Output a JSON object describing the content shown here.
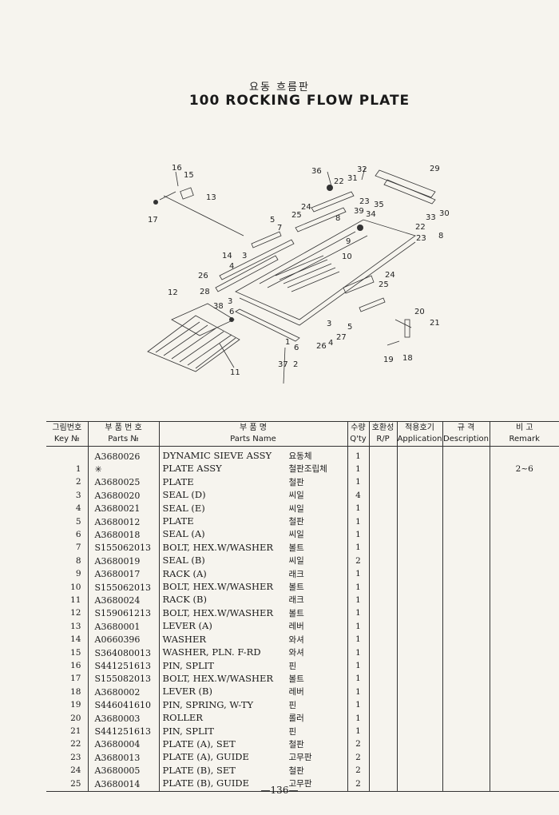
{
  "title": {
    "korean": "요동 흐름판",
    "english": "100 ROCKING FLOW PLATE"
  },
  "diagram": {
    "callouts": [
      "16",
      "15",
      "13",
      "17",
      "36",
      "22",
      "32",
      "31",
      "29",
      "23",
      "35",
      "39",
      "34",
      "33",
      "30",
      "24",
      "25",
      "8",
      "5",
      "7",
      "22",
      "23",
      "8",
      "9",
      "14",
      "3",
      "4",
      "10",
      "24",
      "26",
      "28",
      "25",
      "12",
      "3",
      "38",
      "6",
      "5",
      "20",
      "21",
      "3",
      "1",
      "6",
      "26",
      "4",
      "27",
      "37",
      "2",
      "11",
      "19",
      "18"
    ]
  },
  "table": {
    "headers": {
      "key_ko": "그림번호",
      "key_en": "Key №",
      "part_ko": "부 품 번 호",
      "part_en": "Parts №",
      "name_ko": "부 품 명",
      "name_en": "Parts Name",
      "qty_ko": "수량",
      "qty_en": "Q'ty",
      "rp_ko": "호환성",
      "rp_en": "R/P",
      "app_ko": "적용호기",
      "app_en": "Application",
      "desc_ko": "규 격",
      "desc_en": "Description",
      "remark_ko": "비 고",
      "remark_en": "Remark"
    },
    "rows": [
      {
        "key": "",
        "part": "A3680026",
        "name_en": "DYNAMIC SIEVE ASSY",
        "name_ko": "요동체",
        "qty": "1",
        "remark": ""
      },
      {
        "key": "1",
        "part": "✳",
        "name_en": "PLATE ASSY",
        "name_ko": "철판조립체",
        "qty": "1",
        "remark": "2~6"
      },
      {
        "key": "2",
        "part": "A3680025",
        "name_en": "PLATE",
        "name_ko": "철판",
        "qty": "1",
        "remark": ""
      },
      {
        "key": "3",
        "part": "A3680020",
        "name_en": "SEAL (D)",
        "name_ko": "씨일",
        "qty": "4",
        "remark": ""
      },
      {
        "key": "4",
        "part": "A3680021",
        "name_en": "SEAL (E)",
        "name_ko": "씨일",
        "qty": "1",
        "remark": ""
      },
      {
        "key": "5",
        "part": "A3680012",
        "name_en": "PLATE",
        "name_ko": "철판",
        "qty": "1",
        "remark": ""
      },
      {
        "key": "6",
        "part": "A3680018",
        "name_en": "SEAL (A)",
        "name_ko": "씨일",
        "qty": "1",
        "remark": ""
      },
      {
        "key": "7",
        "part": "S155062013",
        "name_en": "BOLT, HEX.W/WASHER",
        "name_ko": "볼트",
        "qty": "1",
        "remark": ""
      },
      {
        "key": "8",
        "part": "A3680019",
        "name_en": "SEAL (B)",
        "name_ko": "씨일",
        "qty": "2",
        "remark": ""
      },
      {
        "key": "9",
        "part": "A3680017",
        "name_en": "RACK (A)",
        "name_ko": "래크",
        "qty": "1",
        "remark": ""
      },
      {
        "key": "10",
        "part": "S155062013",
        "name_en": "BOLT, HEX.W/WASHER",
        "name_ko": "볼트",
        "qty": "1",
        "remark": ""
      },
      {
        "key": "11",
        "part": "A3680024",
        "name_en": "RACK (B)",
        "name_ko": "래크",
        "qty": "1",
        "remark": ""
      },
      {
        "key": "12",
        "part": "S159061213",
        "name_en": "BOLT, HEX.W/WASHER",
        "name_ko": "볼트",
        "qty": "1",
        "remark": ""
      },
      {
        "key": "13",
        "part": "A3680001",
        "name_en": "LEVER (A)",
        "name_ko": "레버",
        "qty": "1",
        "remark": ""
      },
      {
        "key": "14",
        "part": "A0660396",
        "name_en": "WASHER",
        "name_ko": "와셔",
        "qty": "1",
        "remark": ""
      },
      {
        "key": "15",
        "part": "S364080013",
        "name_en": "WASHER, PLN. F-RD",
        "name_ko": "와셔",
        "qty": "1",
        "remark": ""
      },
      {
        "key": "16",
        "part": "S441251613",
        "name_en": "PIN, SPLIT",
        "name_ko": "핀",
        "qty": "1",
        "remark": ""
      },
      {
        "key": "17",
        "part": "S155082013",
        "name_en": "BOLT, HEX.W/WASHER",
        "name_ko": "볼트",
        "qty": "1",
        "remark": ""
      },
      {
        "key": "18",
        "part": "A3680002",
        "name_en": "LEVER (B)",
        "name_ko": "레버",
        "qty": "1",
        "remark": ""
      },
      {
        "key": "19",
        "part": "S446041610",
        "name_en": "PIN, SPRING, W-TY",
        "name_ko": "핀",
        "qty": "1",
        "remark": ""
      },
      {
        "key": "20",
        "part": "A3680003",
        "name_en": "ROLLER",
        "name_ko": "롤러",
        "qty": "1",
        "remark": ""
      },
      {
        "key": "21",
        "part": "S441251613",
        "name_en": "PIN, SPLIT",
        "name_ko": "핀",
        "qty": "1",
        "remark": ""
      },
      {
        "key": "22",
        "part": "A3680004",
        "name_en": "PLATE (A), SET",
        "name_ko": "철판",
        "qty": "2",
        "remark": ""
      },
      {
        "key": "23",
        "part": "A3680013",
        "name_en": "PLATE (A), GUIDE",
        "name_ko": "고무판",
        "qty": "2",
        "remark": ""
      },
      {
        "key": "24",
        "part": "A3680005",
        "name_en": "PLATE (B), SET",
        "name_ko": "철판",
        "qty": "2",
        "remark": ""
      },
      {
        "key": "25",
        "part": "A3680014",
        "name_en": "PLATE (B), GUIDE",
        "name_ko": "고무판",
        "qty": "2",
        "remark": ""
      }
    ]
  },
  "footer": {
    "page_number": "—136—"
  }
}
